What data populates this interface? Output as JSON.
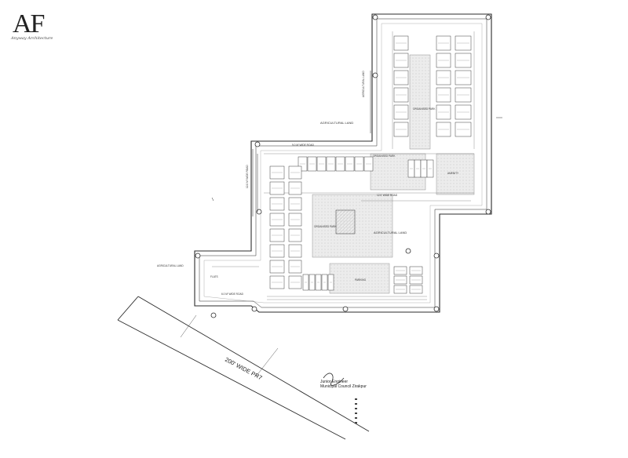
{
  "logo": {
    "monogram": "AF",
    "script": "Anyway Architecture"
  },
  "labels": {
    "agricultural_land_top": "AGRICULTURAL LAND",
    "agricultural_land_right": "AGRICULTURAL LAND",
    "agricultural_land_mid": "AGRICULTURAL LAND",
    "agricultural_land_left": "AGRICULTURAL LAND",
    "organised_park": "ORGANISED PARK",
    "organised_park_2": "ORGANISED PARK",
    "organised_park_3": "ORGANISED PARK",
    "wide_road_12": "12.0 M' WIDE ROAD",
    "wide_road_9": "9.0 M' WIDE ROAD",
    "wide_road_12b": "12.0' WIDE ROAD",
    "wide_road_6": "6.0 M' WIDE ROAD",
    "road_200": "200' WIDE PR7",
    "amenity": "AMENITY",
    "parking": "PARKING",
    "flats": "FLATS"
  },
  "signature": {
    "line1": "Junior Engineer",
    "line2": "Municipal Council Zirakpur"
  },
  "colors": {
    "ink": "#2b2b2b",
    "light_ink": "#7a7a7a",
    "hatch": "#d8d8d8",
    "paper": "#ffffff"
  }
}
